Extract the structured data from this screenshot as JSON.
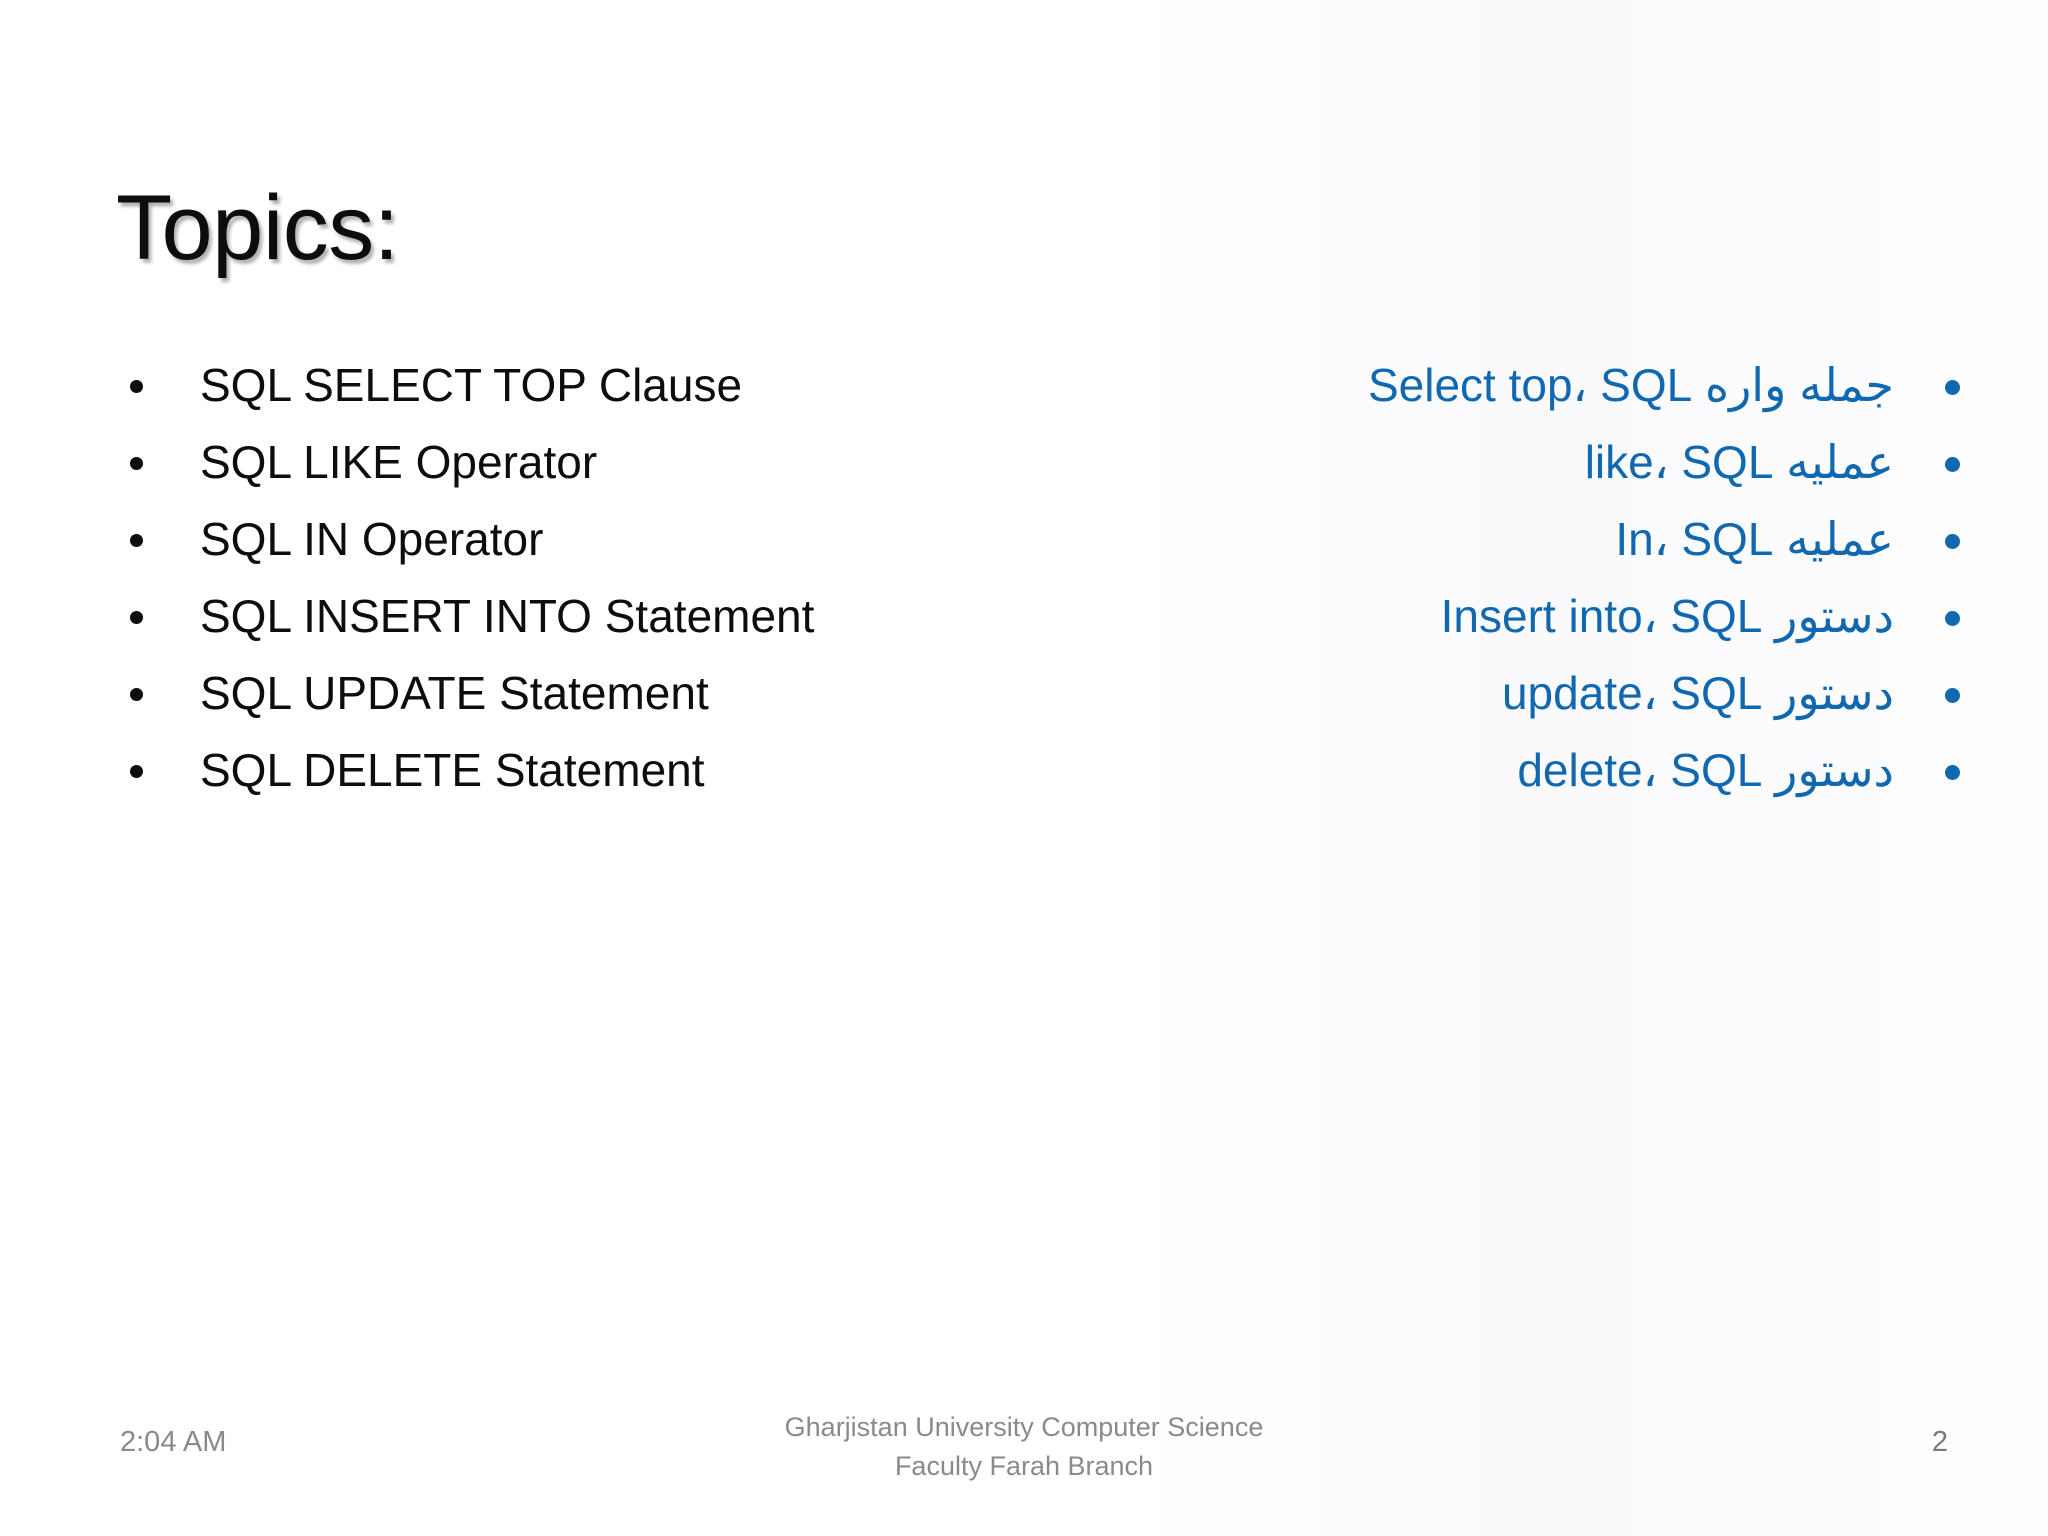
{
  "slide": {
    "title": "Topics:",
    "background_color": "#ffffff",
    "title_color": "#0d0d0d",
    "accent_color": "#1068B0",
    "footer_color": "#8a8a8a"
  },
  "content": {
    "english_topics": [
      {
        "label": "SQL SELECT TOP Clause"
      },
      {
        "label": "SQL LIKE Operator"
      },
      {
        "label": "SQL IN Operator"
      },
      {
        "label": "SQL INSERT INTO Statement"
      },
      {
        "label": "SQL UPDATE Statement"
      },
      {
        "label": "SQL DELETE Statement"
      }
    ],
    "dari_topics": [
      {
        "label": "جمله واره Select top، SQL"
      },
      {
        "label": "عملیه like، SQL"
      },
      {
        "label": "عملیه In، SQL"
      },
      {
        "label": "دستور Insert into، SQL"
      },
      {
        "label": "دستور update، SQL"
      },
      {
        "label": "دستور delete، SQL"
      }
    ]
  },
  "footer": {
    "time": "2:04 AM",
    "organization_line1": "Gharjistan University Computer Science",
    "organization_line2": "Faculty Farah Branch",
    "page_number": "2"
  }
}
